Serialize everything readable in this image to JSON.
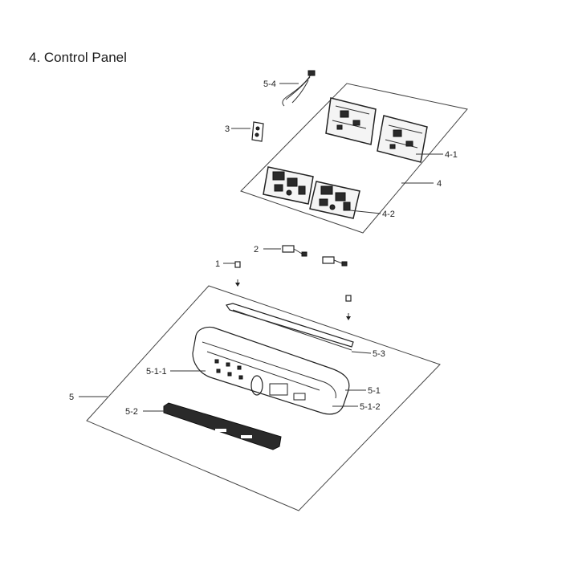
{
  "title": "4. Control Panel",
  "labels": {
    "l_5_4": "5-4",
    "l_3": "3",
    "l_4_1": "4-1",
    "l_4": "4",
    "l_4_2": "4-2",
    "l_2": "2",
    "l_1": "1",
    "l_5_3": "5-3",
    "l_5_1_1": "5-1-1",
    "l_5_1": "5-1",
    "l_5": "5",
    "l_5_1_2": "5-1-2",
    "l_5_2": "5-2"
  }
}
